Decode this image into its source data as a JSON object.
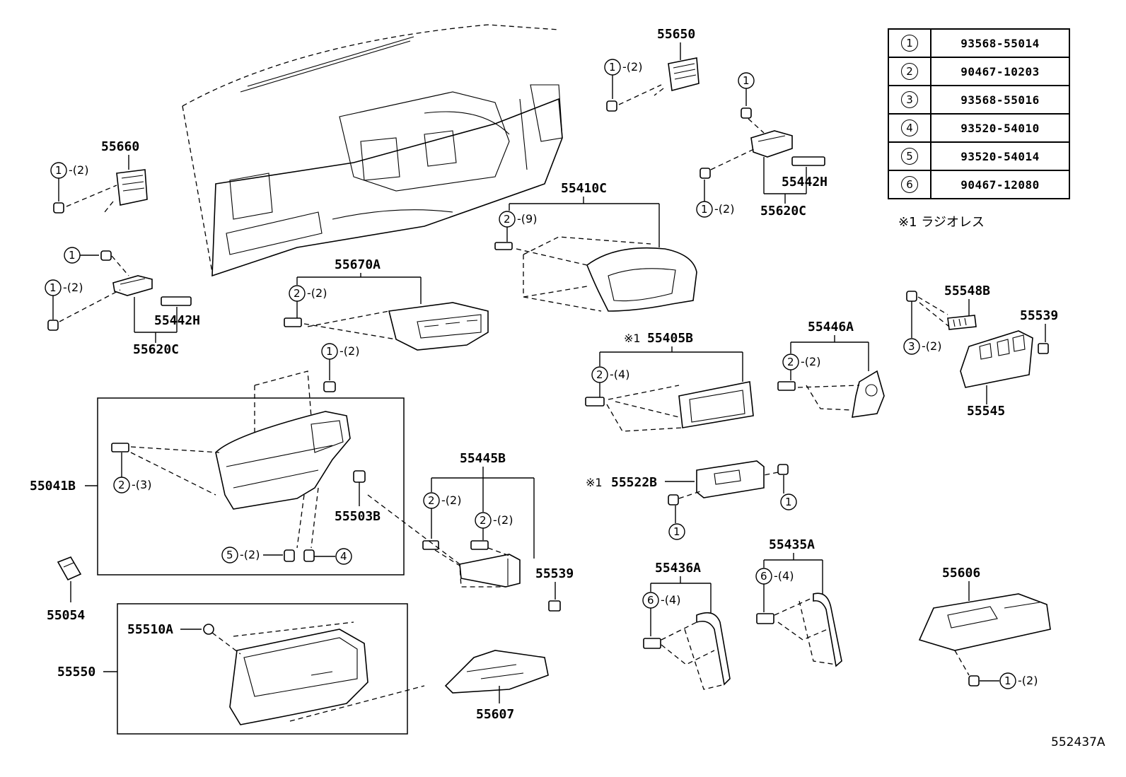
{
  "labels": {
    "p55650": "55650",
    "p55660": "55660",
    "p55410C": "55410C",
    "p55442H_r": "55442H",
    "p55620C_r": "55620C",
    "p55442H_l": "55442H",
    "p55620C_l": "55620C",
    "p55670A": "55670A",
    "p55405B": "55405B",
    "p55446A": "55446A",
    "p55548B": "55548B",
    "p55539_r": "55539",
    "p55545": "55545",
    "p55041B": "55041B",
    "p55503B": "55503B",
    "p55445B": "55445B",
    "p55539_m": "55539",
    "p55522B": "55522B",
    "p55054": "55054",
    "p55436A": "55436A",
    "p55435A": "55435A",
    "p55606": "55606",
    "p55510A": "55510A",
    "p55550": "55550",
    "p55607": "55607",
    "mark": "※1"
  },
  "callouts": [
    {
      "num": "1",
      "qty": "-(2)"
    },
    {
      "num": "1",
      "qty": "-(2)"
    },
    {
      "num": "1",
      "qty": ""
    },
    {
      "num": "1",
      "qty": "-(2)"
    },
    {
      "num": "2",
      "qty": "-(9)"
    },
    {
      "num": "1",
      "qty": ""
    },
    {
      "num": "1",
      "qty": "-(2)"
    },
    {
      "num": "2",
      "qty": "-(2)"
    },
    {
      "num": "1",
      "qty": "-(2)"
    },
    {
      "num": "2",
      "qty": "-(4)"
    },
    {
      "num": "2",
      "qty": "-(2)"
    },
    {
      "num": "3",
      "qty": "-(2)"
    },
    {
      "num": "2",
      "qty": "-(3)"
    },
    {
      "num": "5",
      "qty": "-(2)"
    },
    {
      "num": "4",
      "qty": ""
    },
    {
      "num": "2",
      "qty": "-(2)"
    },
    {
      "num": "2",
      "qty": "-(2)"
    },
    {
      "num": "1",
      "qty": ""
    },
    {
      "num": "1",
      "qty": ""
    },
    {
      "num": "6",
      "qty": "-(4)"
    },
    {
      "num": "6",
      "qty": "-(4)"
    },
    {
      "num": "1",
      "qty": "-(2)"
    }
  ],
  "legend": [
    {
      "num": "1",
      "code": "93568-55014"
    },
    {
      "num": "2",
      "code": "90467-10203"
    },
    {
      "num": "3",
      "code": "93568-55016"
    },
    {
      "num": "4",
      "code": "93520-54010"
    },
    {
      "num": "5",
      "code": "93520-54014"
    },
    {
      "num": "6",
      "code": "90467-12080"
    }
  ],
  "note": "※1 ラジオレス",
  "ref_code": "552437A"
}
